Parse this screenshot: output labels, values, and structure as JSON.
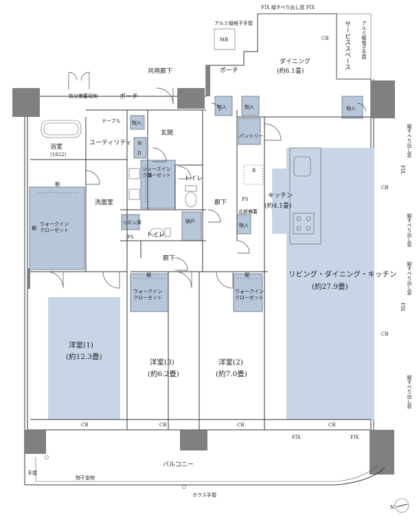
{
  "rooms": {
    "service_space": "サービススペース",
    "dining": "ダイニング",
    "dining_size": "(約6.1畳)",
    "shared_corridor": "共用廊下",
    "porch": "ポーチ",
    "porch2": "ポーチ",
    "mb": "MB",
    "disaster_storage": "防災備蓄収納",
    "table": "テーブル",
    "utility": "ユーティリティ",
    "entrance": "玄関",
    "bath": "浴室",
    "bath_size": "(1822)",
    "pantry": "パントリー",
    "shoes_closet": "シューズイン\nクローゼット",
    "toilet1": "トイレ",
    "toilet2": "トイレ",
    "washroom": "洗面室",
    "corridor1": "廊下",
    "corridor2": "廊下",
    "kitchen": "キッチン",
    "kitchen_size": "(約4.1畳)",
    "north_storage": "北部備蓄",
    "linen": "リネン庫",
    "nando": "納戸",
    "walkin1": "ウォークイン\nクローゼット",
    "walkin2": "ウォークイン\nクローゼット",
    "walkin3": "ウォークイン\nクローゼット",
    "ldk": "リビング・ダイニング・キッチン",
    "ldk_size": "(約27.9畳)",
    "western1": "洋室(1)",
    "western1_size": "(約12.3畳)",
    "western3": "洋室(3)",
    "western3_size": "(約6.2畳)",
    "western2": "洋室(2)",
    "western2_size": "(約7.0畳)",
    "balcony": "バルコニー",
    "laundry": "物干金物",
    "glass_rail": "ガラス手摺",
    "alum_rail": "アルミ縦格子手摺",
    "alum_rail2": "アルミ縦格子手摺",
    "handrail": "手摺"
  },
  "marks": {
    "storage": "物入",
    "ps": "PS",
    "r": "R",
    "w": "W",
    "d": "D",
    "shelf": "棚",
    "cb": "CB",
    "fix": "FIX",
    "fix_top": "FIX 縦すべり出し窓 FIX",
    "side_fix": "縦すべり出し窓",
    "north": "N"
  },
  "colors": {
    "wall": "#808080",
    "room_fill": "#c7d5e6",
    "closet_fill": "#b7c7d9"
  }
}
